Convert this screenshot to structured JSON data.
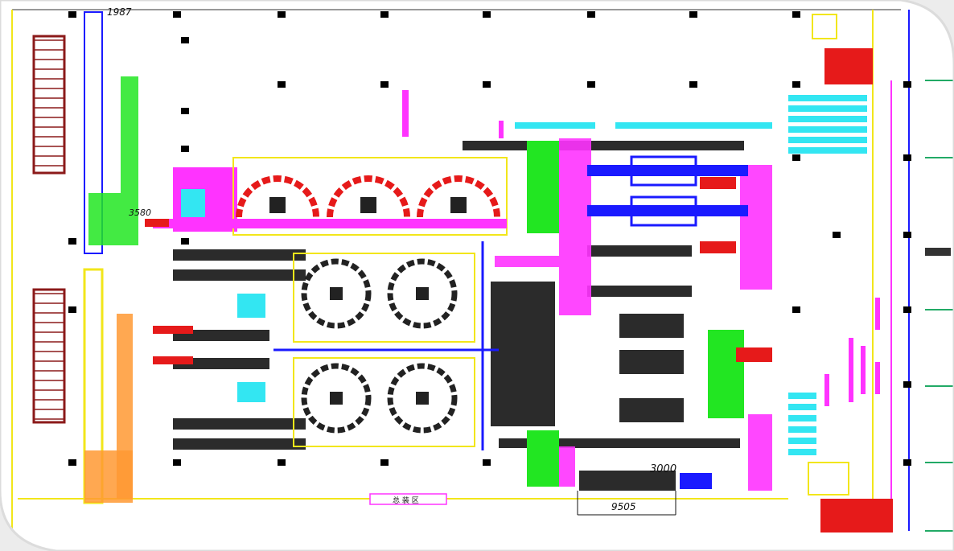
{
  "drawing": {
    "dimension_top_left": "1987",
    "dimension_left_mid": "3580",
    "dimension_right": "3000",
    "dimension_bottom": "9505",
    "bottom_label": "总 装 区"
  },
  "colors": {
    "background": "#ffffff",
    "frame": "#ececec",
    "conveyor_dark": "#2b2b2b",
    "magenta": "#ff33ff",
    "green": "#22e622",
    "cyan": "#33e6f2",
    "blue": "#1a1aff",
    "red": "#e61a1a",
    "yellow": "#f2e61a",
    "orange": "#ff9933",
    "brown": "#8b1a1a",
    "column": "#000000"
  },
  "icons": [
    "column-icon",
    "robot-cell-icon",
    "rack-icon",
    "stair-icon"
  ]
}
